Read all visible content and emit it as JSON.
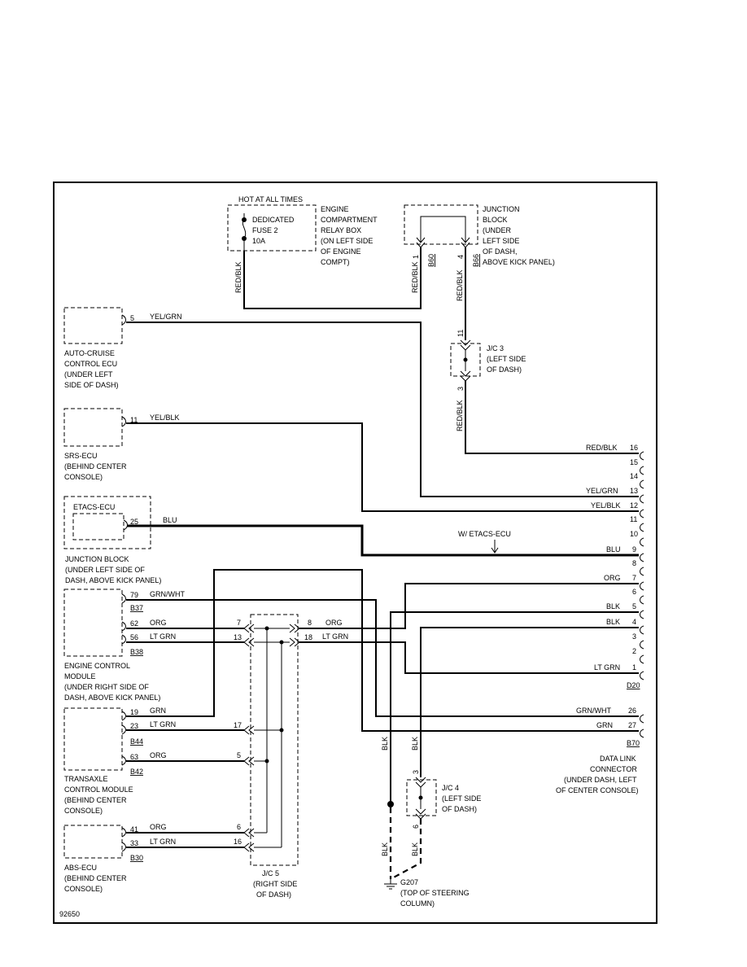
{
  "figure_id": "92650",
  "power": {
    "hot_label": "HOT AT ALL TIMES"
  },
  "fuse": {
    "line1": "DEDICATED",
    "line2": "FUSE 2",
    "rating": "10A"
  },
  "relay_box": {
    "lines": [
      "ENGINE",
      "COMPARTMENT",
      "RELAY BOX",
      "(ON LEFT SIDE",
      "OF ENGINE",
      "COMPT)"
    ]
  },
  "junction_block_top": {
    "lines": [
      "JUNCTION",
      "BLOCK",
      "(UNDER",
      "LEFT SIDE",
      "OF DASH,",
      "ABOVE KICK PANEL)"
    ]
  },
  "jb_pins": {
    "p1": "1",
    "c1": "B60",
    "p2": "4",
    "c2": "B66"
  },
  "wires": {
    "red_blk_a": "RED/BLK",
    "red_blk_b": "RED/BLK",
    "red_blk_c": "RED/BLK",
    "red_blk_d": "RED/BLK",
    "red_blk_e": "RED/BLK",
    "yel_grn_a": "YEL/GRN",
    "yel_grn_b": "YEL/GRN",
    "yel_blk_a": "YEL/BLK",
    "yel_blk_b": "YEL/BLK",
    "blu_a": "BLU",
    "blu_b": "BLU",
    "grn_wht_a": "GRN/WHT",
    "grn_wht_b": "GRN/WHT",
    "org_a": "ORG",
    "org_b": "ORG",
    "org_c": "ORG",
    "org_d": "ORG",
    "org_e": "ORG",
    "lt_grn_a": "LT GRN",
    "lt_grn_b": "LT GRN",
    "lt_grn_c": "LT GRN",
    "lt_grn_d": "LT GRN",
    "lt_grn_e": "LT GRN",
    "grn_a": "GRN",
    "grn_b": "GRN",
    "blk_a": "BLK",
    "blk_b": "BLK",
    "blk_c": "BLK",
    "blk_d": "BLK",
    "blk_e": "BLK",
    "blk_f": "BLK"
  },
  "jc3": {
    "lines": [
      "J/C 3",
      "(LEFT SIDE",
      "OF DASH)"
    ],
    "pin_top": "11",
    "pin_bot": "3"
  },
  "jc4": {
    "lines": [
      "J/C 4",
      "(LEFT SIDE",
      "OF DASH)"
    ],
    "pin_top": "3",
    "pin_bot": "6"
  },
  "jc5": {
    "lines": [
      "J/C 5",
      "(RIGHT SIDE",
      "OF DASH)"
    ],
    "pins": [
      "7",
      "13",
      "17",
      "5",
      "6",
      "16",
      "8",
      "18"
    ]
  },
  "auto_cruise": {
    "pin": "5",
    "lines": [
      "AUTO-CRUISE",
      "CONTROL ECU",
      "(UNDER LEFT",
      "SIDE OF DASH)"
    ]
  },
  "srs": {
    "pin": "11",
    "lines": [
      "SRS-ECU",
      "(BEHIND CENTER",
      "CONSOLE)"
    ]
  },
  "etacs": {
    "name": "ETACS-ECU",
    "pin": "25",
    "lines": [
      "JUNCTION BLOCK",
      "(UNDER LEFT SIDE OF",
      "DASH, ABOVE KICK PANEL)"
    ],
    "option": "W/ ETACS-ECU"
  },
  "ecm": {
    "pins": [
      "79",
      "62",
      "56"
    ],
    "c1": "B37",
    "c2": "B38",
    "lines": [
      "ENGINE CONTROL",
      "MODULE",
      "(UNDER RIGHT SIDE OF",
      "DASH, ABOVE KICK PANEL)"
    ]
  },
  "tcm": {
    "pins": [
      "19",
      "23",
      "63"
    ],
    "c1": "B44",
    "c2": "B42",
    "lines": [
      "TRANSAXLE",
      "CONTROL MODULE",
      "(BEHIND CENTER",
      "CONSOLE)"
    ]
  },
  "abs": {
    "pins": [
      "41",
      "33"
    ],
    "c1": "B30",
    "lines": [
      "ABS-ECU",
      "(BEHIND CENTER",
      "CONSOLE)"
    ]
  },
  "dlc": {
    "pins": [
      "16",
      "15",
      "14",
      "13",
      "12",
      "11",
      "10",
      "9",
      "8",
      "7",
      "6",
      "5",
      "4",
      "3",
      "2",
      "1"
    ],
    "c1": "D20",
    "pin26": "26",
    "pin27": "27",
    "c2": "B70",
    "lines": [
      "DATA LINK",
      "CONNECTOR",
      "(UNDER DASH, LEFT",
      "OF CENTER CONSOLE)"
    ]
  },
  "ground": {
    "name": "G207",
    "lines": [
      "(TOP OF STEERING",
      "COLUMN)"
    ]
  }
}
